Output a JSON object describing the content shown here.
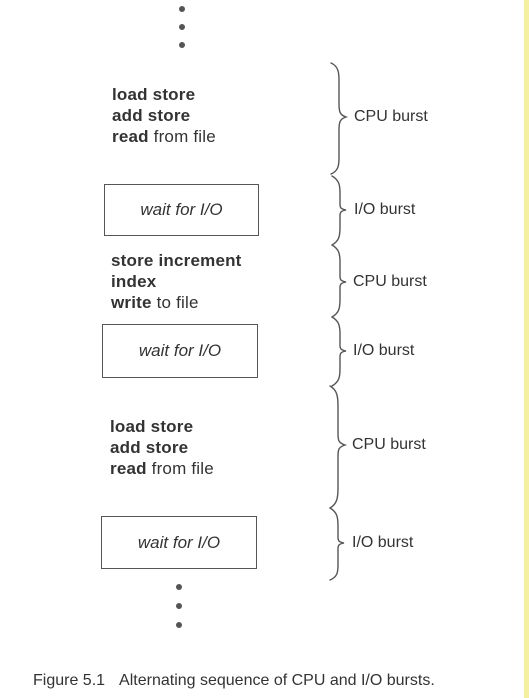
{
  "blocks": {
    "cpu_1": {
      "lines": [
        {
          "kw": "load store",
          "rest": ""
        },
        {
          "kw": "add store",
          "rest": ""
        },
        {
          "kw": "read",
          "rest": " from file"
        }
      ]
    },
    "io_1": {
      "text": "wait for I/O"
    },
    "cpu_2": {
      "lines": [
        {
          "kw": "store increment",
          "rest": ""
        },
        {
          "kw": "index",
          "rest": ""
        },
        {
          "kw": "write",
          "rest": " to file"
        }
      ]
    },
    "io_2": {
      "text": "wait for I/O"
    },
    "cpu_3": {
      "lines": [
        {
          "kw": "load store",
          "rest": ""
        },
        {
          "kw": "add store",
          "rest": ""
        },
        {
          "kw": "read",
          "rest": " from file"
        }
      ]
    },
    "io_3": {
      "text": "wait for I/O"
    }
  },
  "labels": {
    "cpu_burst_1": "CPU burst",
    "io_burst_1": "I/O burst",
    "cpu_burst_2": "CPU burst",
    "io_burst_2": "I/O burst",
    "cpu_burst_3": "CPU burst",
    "io_burst_3": "I/O burst"
  },
  "caption": {
    "figure": "Figure 5.1",
    "text": "Alternating sequence of CPU and I/O bursts."
  }
}
